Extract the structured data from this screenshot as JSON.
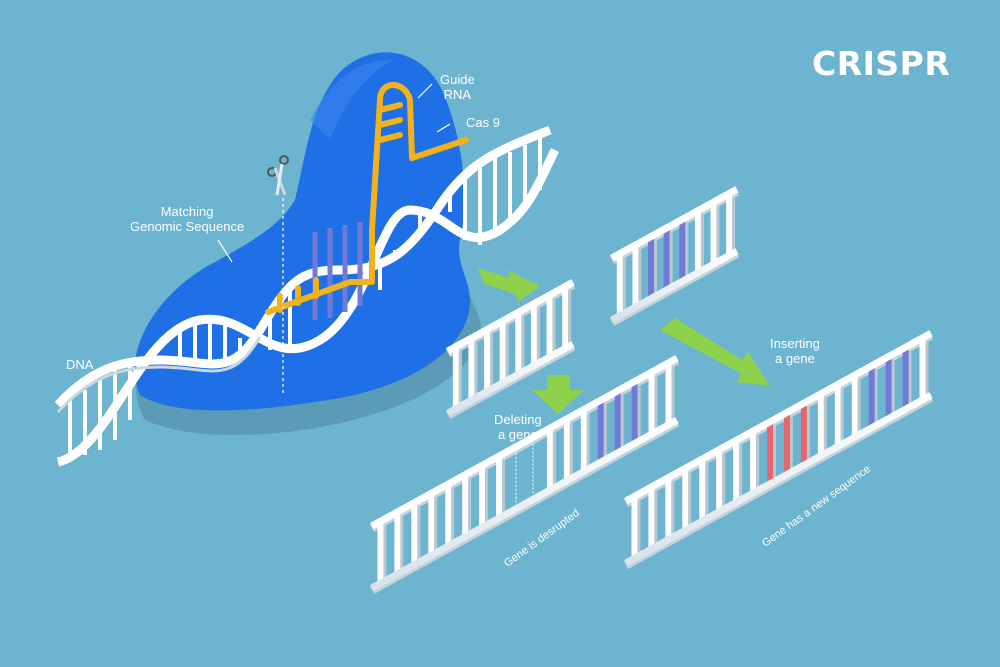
{
  "title": "CRISPR",
  "labels": {
    "guide_rna_line1": "Guide",
    "guide_rna_line2": "RNA",
    "cas9": "Cas 9",
    "matching_line1": "Matching",
    "matching_line2": "Genomic Sequence",
    "dna": "DNA",
    "deleting_line1": "Deleting",
    "deleting_line2": "a gene",
    "inserting_line1": "Inserting",
    "inserting_line2": "a gene",
    "gene_disrupted": "Gene is desrupted",
    "gene_new_sequence": "Gene has a new sequence"
  },
  "colors": {
    "background": "#6cb4cf",
    "cas9_protein": "#1f6fe6",
    "guide_rna": "#f2b21c",
    "dna_strand": "#ffffff",
    "target_segment": "#7379d6",
    "inserted_gene": "#e8646e",
    "arrow": "#8ed24b"
  }
}
